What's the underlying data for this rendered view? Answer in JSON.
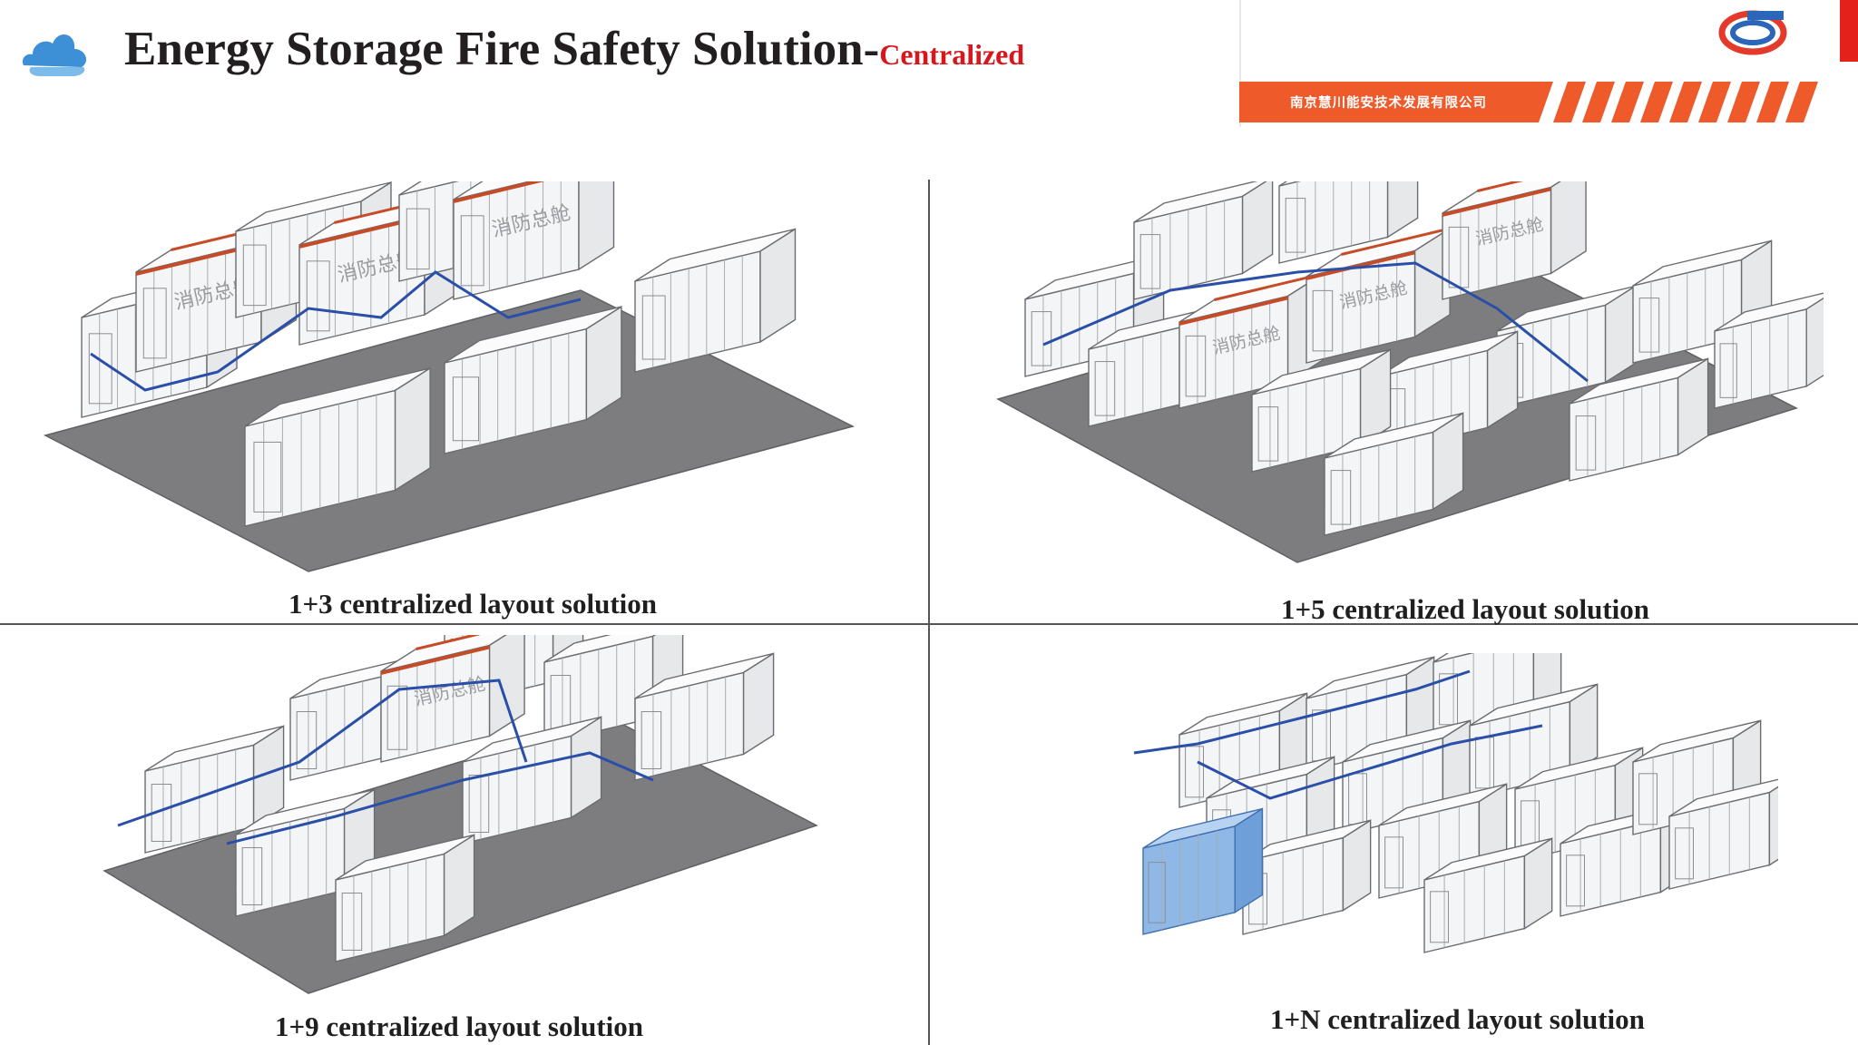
{
  "header": {
    "title": "Energy Storage Fire Safety Solution-",
    "title_suffix": "Centralized",
    "company_name": "南京慧川能安技术发展有限公司"
  },
  "panels": [
    {
      "caption": "1+3 centralized layout solution",
      "container_label": "消防总舱"
    },
    {
      "caption": "1+5 centralized layout solution",
      "container_label": "消防总舱"
    },
    {
      "caption": "1+9 centralized layout solution",
      "container_label": "消防总舱"
    },
    {
      "caption": "1+N centralized layout solution"
    }
  ],
  "colors": {
    "accent_red": "#d8171d",
    "brand_orange": "#ee5a2a",
    "pipe_blue": "#2a4fa8",
    "ground_gray": "#7d7d80",
    "highlight_container": "#8fb8e6"
  }
}
